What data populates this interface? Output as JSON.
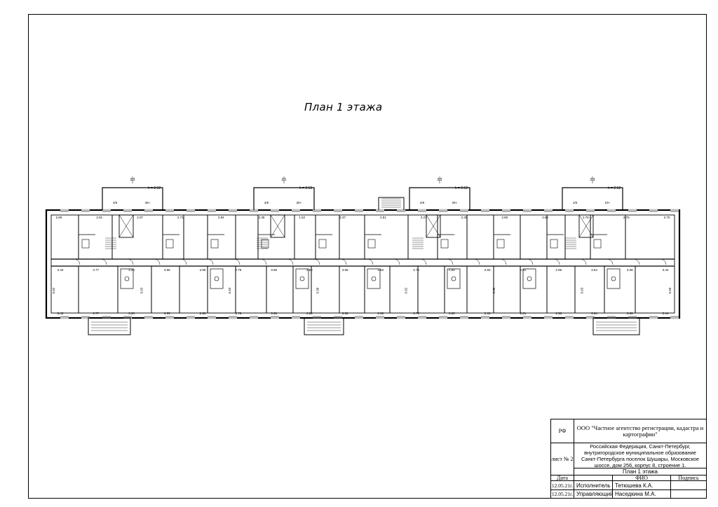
{
  "drawing": {
    "title": "План 1 этажа",
    "height_label": "h = 2.52",
    "stair_levels": [
      "2/3",
      "2/1",
      "2/3",
      "2/3"
    ],
    "apartments": [
      "4/К",
      "4/Н",
      "3/К",
      "3/Н",
      "2/К",
      "2/Н",
      "1/К",
      "1/Н"
    ],
    "room_widths_top": [
      "2.69",
      "2.81",
      "2.07",
      "2.71",
      "2.84",
      "2.35",
      "1.52",
      "2.37",
      "2.81",
      "3.27",
      "2.38",
      "2.80",
      "2.82",
      "2.76",
      "2.75",
      "2.70"
    ],
    "room_widths_bottom": [
      "3.43",
      "3.77",
      "3.20",
      "3.55",
      "2.96",
      "2.79",
      "3.68",
      "2.82",
      "3.56",
      "2.62",
      "2.76",
      "2.60",
      "2.83",
      "2.81",
      "2.96",
      "3.64",
      "3.08",
      "3.44"
    ],
    "room_depths": [
      "5.62",
      "5.63",
      "5.63",
      "5.58",
      "5.62",
      "5.58",
      "5.63",
      "5.59"
    ]
  },
  "stamp": {
    "rf": "РФ",
    "org": "ООО \"Частное агентство регистрации, кадастра и картографии\"",
    "sheet": "лист № 2",
    "address": "Российская Федерация, Санкт-Петербург, внутригородское муниципальное образование Санкт-Петербурга поселок Шушары, Московское шоссе, дом 256, корпус 8, строение 1.",
    "plan": "План 1 этажа",
    "col_date": "Дата",
    "col_name": "ФИО",
    "col_sign": "Подпись",
    "row1": {
      "date": "12.05.21г.",
      "role": "Исполнитель",
      "name": "Тетюшева К.А."
    },
    "row2": {
      "date": "12.05.21г.",
      "role": "Управляющий",
      "name": "Наседкина М.А."
    }
  }
}
